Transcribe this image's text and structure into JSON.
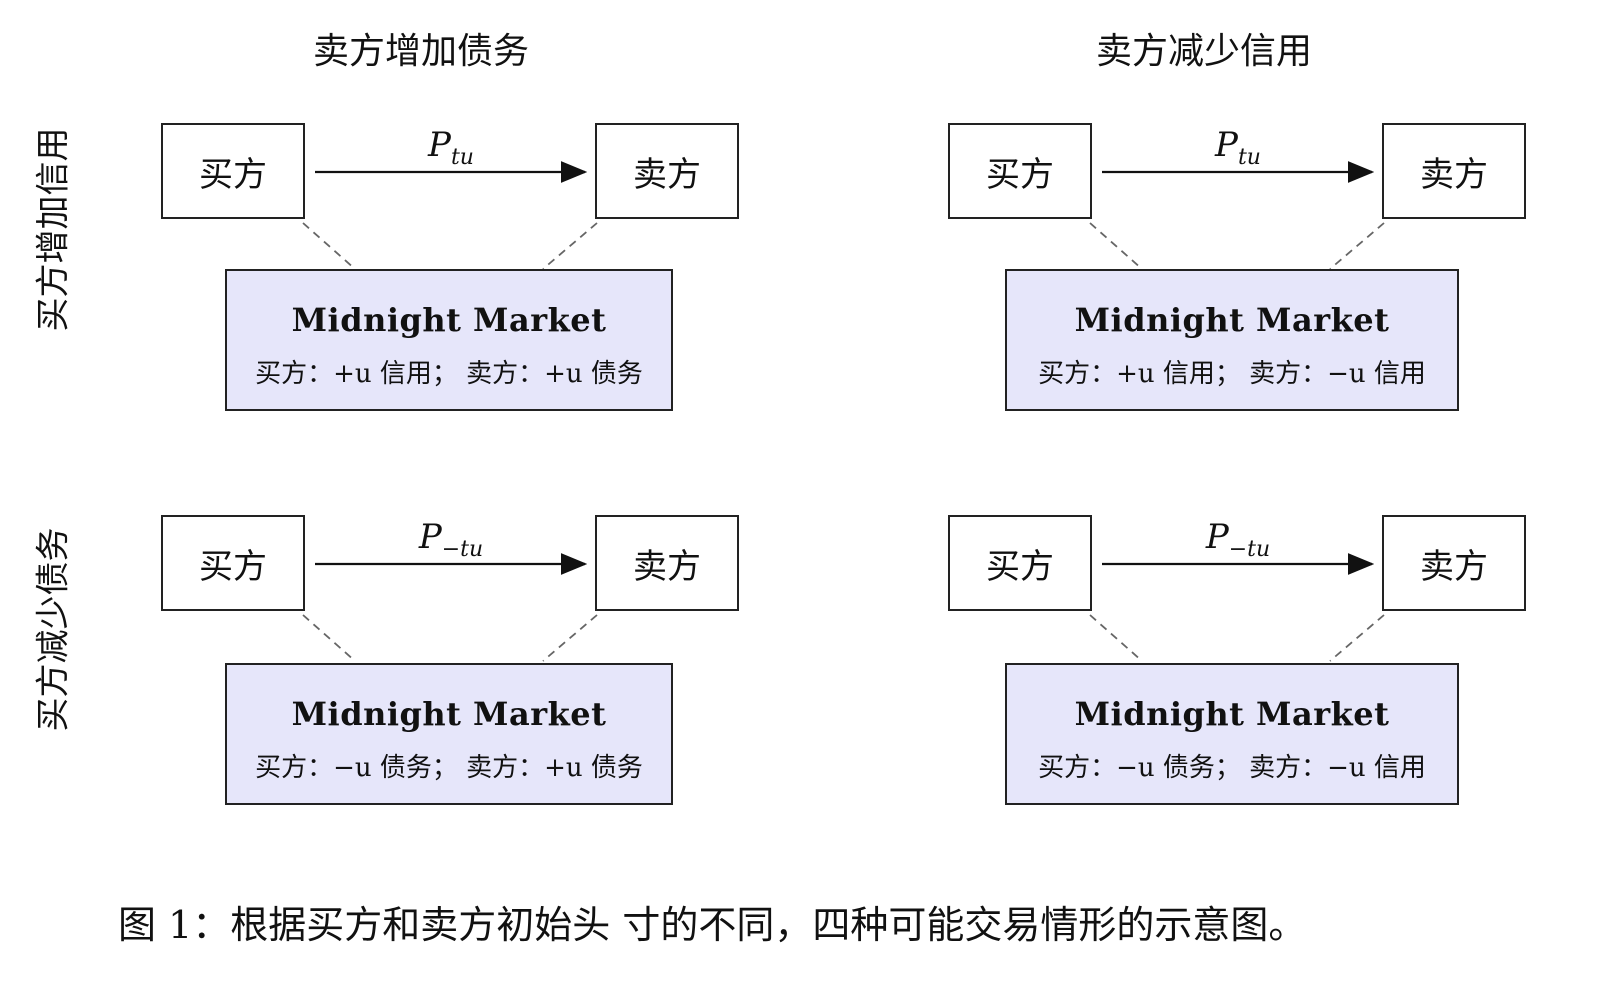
{
  "column_titles": [
    "卖方增加债务",
    "卖方减少信用"
  ],
  "row_titles": [
    "买方增加信用",
    "买方减少债务"
  ],
  "cells": [
    {
      "buyer_label": "买方",
      "seller_label": "卖方",
      "payment_symbol": "P",
      "payment_subscript": "tu",
      "market_title": "Midnight Market",
      "market_detail": "买方：+u 信用；  卖方：+u 债务"
    },
    {
      "buyer_label": "买方",
      "seller_label": "卖方",
      "payment_symbol": "P",
      "payment_subscript": "tu",
      "market_title": "Midnight Market",
      "market_detail": "买方：+u 信用；  卖方：−u 信用"
    },
    {
      "buyer_label": "买方",
      "seller_label": "卖方",
      "payment_symbol": "P",
      "payment_subscript": "−tu",
      "market_title": "Midnight Market",
      "market_detail": "买方：−u 债务；  卖方：+u 债务"
    },
    {
      "buyer_label": "买方",
      "seller_label": "卖方",
      "payment_symbol": "P",
      "payment_subscript": "−tu",
      "market_title": "Midnight Market",
      "market_detail": "买方：−u 债务；  卖方：−u 信用"
    }
  ],
  "caption": "图 1：根据买方和卖方初始头 寸的不同，四种可能交易情形的示意图。",
  "colors": {
    "market_fill": "#e6e6fa",
    "line": "#222222",
    "dashed": "#666666"
  }
}
